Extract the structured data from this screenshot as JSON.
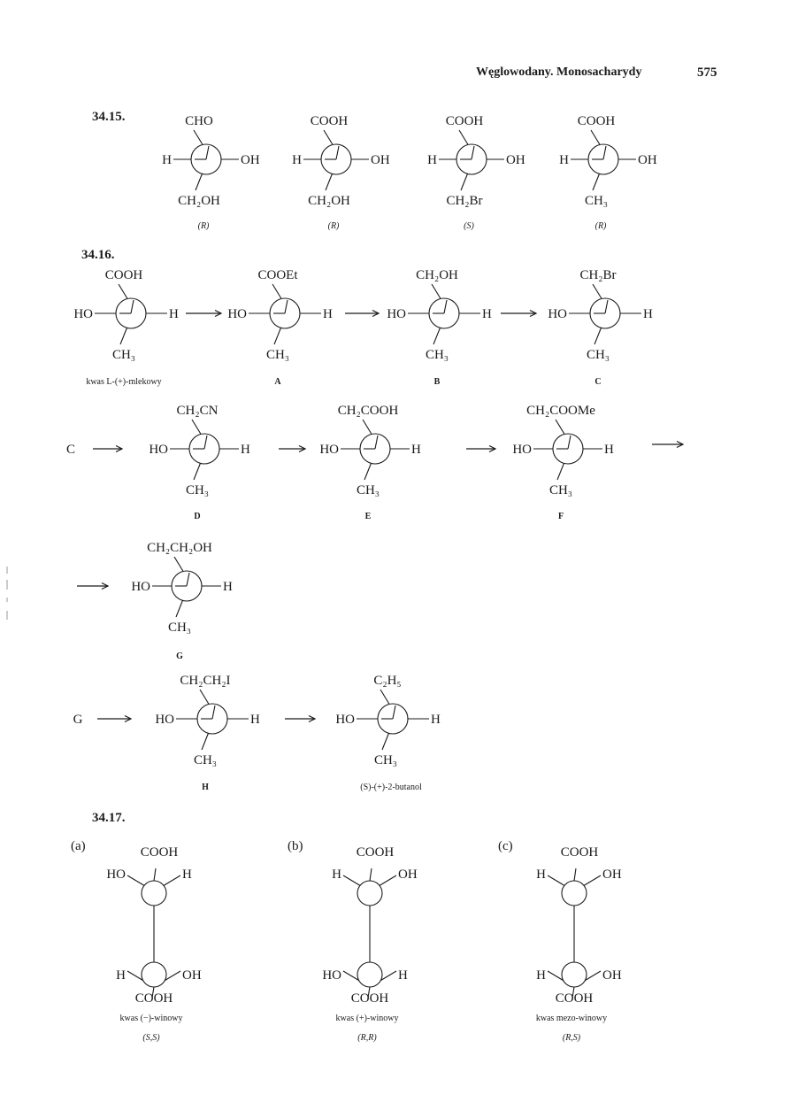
{
  "header": {
    "title": "Węglowodany. Monosacharydy",
    "page_number": "575"
  },
  "sections": {
    "s15": "34.15.",
    "s16": "34.16.",
    "s17": "34.17."
  },
  "s15": [
    {
      "top": "CHO",
      "left": "H",
      "right": "OH",
      "bottom": "CH₂OH",
      "config": "(R)"
    },
    {
      "top": "COOH",
      "left": "H",
      "right": "OH",
      "bottom": "CH₂OH",
      "config": "(R)"
    },
    {
      "top": "COOH",
      "left": "H",
      "right": "OH",
      "bottom": "CH₂Br",
      "config": "(S)"
    },
    {
      "top": "COOH",
      "left": "H",
      "right": "OH",
      "bottom": "CH₃",
      "config": "(R)"
    }
  ],
  "s16_row1": [
    {
      "top": "COOH",
      "left": "HO",
      "right": "H",
      "bottom": "CH₃",
      "label": "kwas L-(+)-mlekowy"
    },
    {
      "top": "COOEt",
      "left": "HO",
      "right": "H",
      "bottom": "CH₃",
      "label": "A"
    },
    {
      "top": "CH₂OH",
      "left": "HO",
      "right": "H",
      "bottom": "CH₃",
      "label": "B"
    },
    {
      "top": "CH₂Br",
      "left": "HO",
      "right": "H",
      "bottom": "CH₃",
      "label": "C"
    }
  ],
  "s16_row2": {
    "start": "C",
    "molecules": [
      {
        "top": "CH₂CN",
        "left": "HO",
        "right": "H",
        "bottom": "CH₃",
        "label": "D"
      },
      {
        "top": "CH₂COOH",
        "left": "HO",
        "right": "H",
        "bottom": "CH₃",
        "label": "E"
      },
      {
        "top": "CH₂COOMe",
        "left": "HO",
        "right": "H",
        "bottom": "CH₃",
        "label": "F"
      }
    ]
  },
  "s16_row3": {
    "top": "CH₂CH₂OH",
    "left": "HO",
    "right": "H",
    "bottom": "CH₃",
    "label": "G"
  },
  "s16_row4": {
    "start": "G",
    "molecules": [
      {
        "top": "CH₂CH₂I",
        "left": "HO",
        "right": "H",
        "bottom": "CH₃",
        "label": "H"
      },
      {
        "top": "C₂H₅",
        "left": "HO",
        "right": "H",
        "bottom": "CH₃",
        "label": "(S)-(+)-2-butanol"
      }
    ]
  },
  "s17": [
    {
      "tag": "(a)",
      "top": "COOH",
      "front_left": "HO",
      "front_right": "H",
      "back_left": "H",
      "back_right": "OH",
      "bottom": "COOH",
      "name": "kwas (−)-winowy",
      "config": "(S,S)"
    },
    {
      "tag": "(b)",
      "top": "COOH",
      "front_left": "H",
      "front_right": "OH",
      "back_left": "HO",
      "back_right": "H",
      "bottom": "COOH",
      "name": "kwas (+)-winowy",
      "config": "(R,R)"
    },
    {
      "tag": "(c)",
      "top": "COOH",
      "front_left": "H",
      "front_right": "OH",
      "back_left": "H",
      "back_right": "OH",
      "bottom": "COOH",
      "name": "kwas mezo-winowy",
      "config": "(R,S)"
    }
  ]
}
